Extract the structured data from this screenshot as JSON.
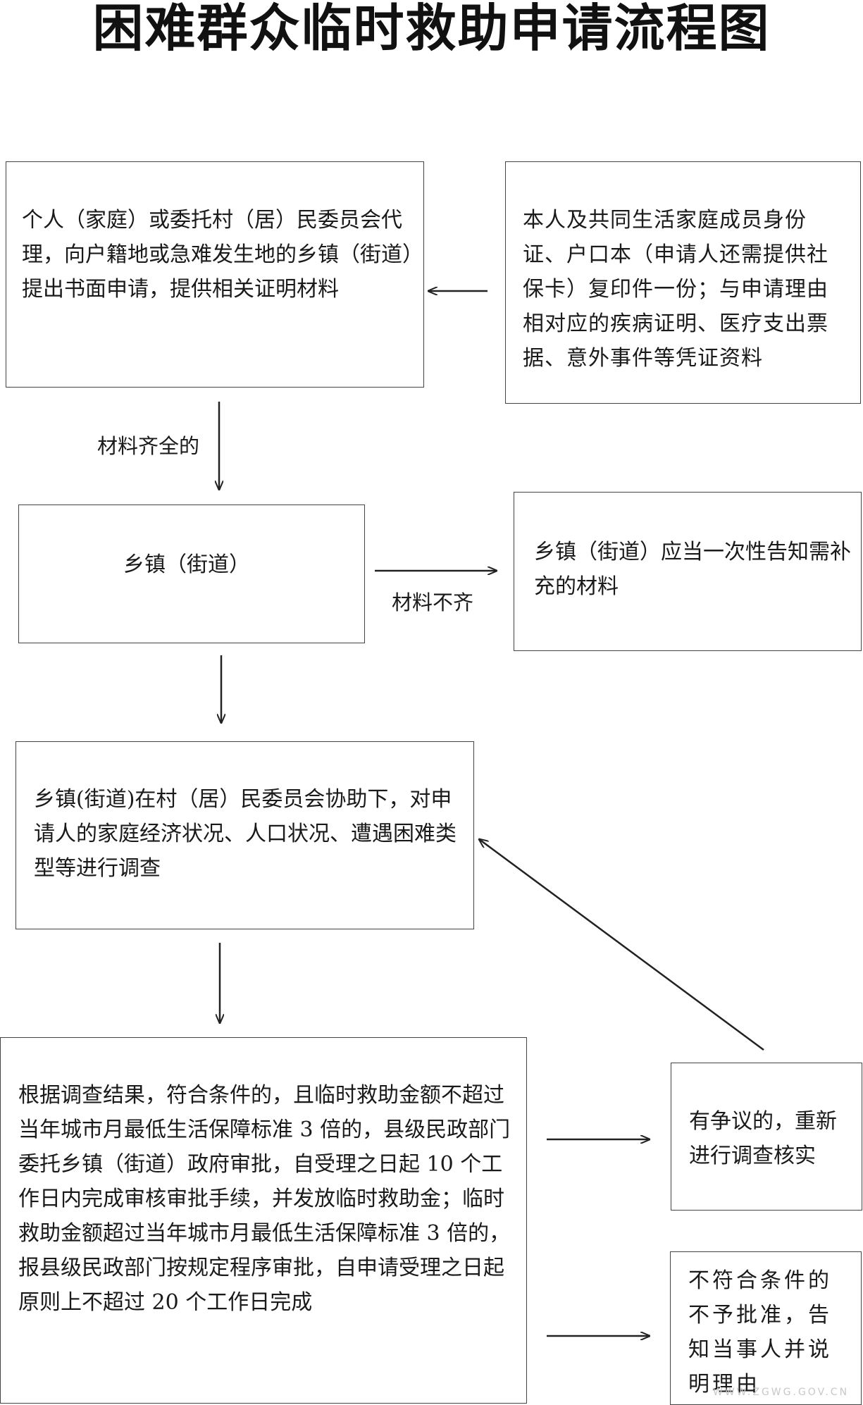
{
  "title": "困难群众临时救助申请流程图",
  "nodes": {
    "apply": "个人（家庭）或委托村（居）民委员会代理，向户籍地或急难发生地的乡镇（街道）提出书面申请，提供相关证明材料",
    "documents": "本人及共同生活家庭成员身份证、户口本（申请人还需提供社保卡）复印件一份；与申请理由相对应的疾病证明、医疗支出票据、意外事件等凭证资料",
    "township": "乡镇（街道）",
    "notify": "乡镇（街道）应当一次性告知需补充的材料",
    "investigate": "乡镇(街道)在村（居）民委员会协助下，对申请人的家庭经济状况、人口状况、遭遇困难类型等进行调查",
    "approval": "根据调查结果，符合条件的，且临时救助金额不超过当年城市月最低生活保障标准 3 倍的，县级民政部门委托乡镇（街道）政府审批，自受理之日起 10 个工作日内完成审核审批手续，并发放临时救助金；临时救助金额超过当年城市月最低生活保障标准 3 倍的，报县级民政部门按规定程序审批，自申请受理之日起原则上不超过 20 个工作日完成",
    "dispute": "有争议的，重新进行调查核实",
    "reject": "不符合条件的不予批准，告知当事人并说明理由"
  },
  "edges": {
    "complete": "材料齐全的",
    "incomplete": "材料不齐"
  },
  "watermark": "WWW.ZGWG.GOV.CN"
}
